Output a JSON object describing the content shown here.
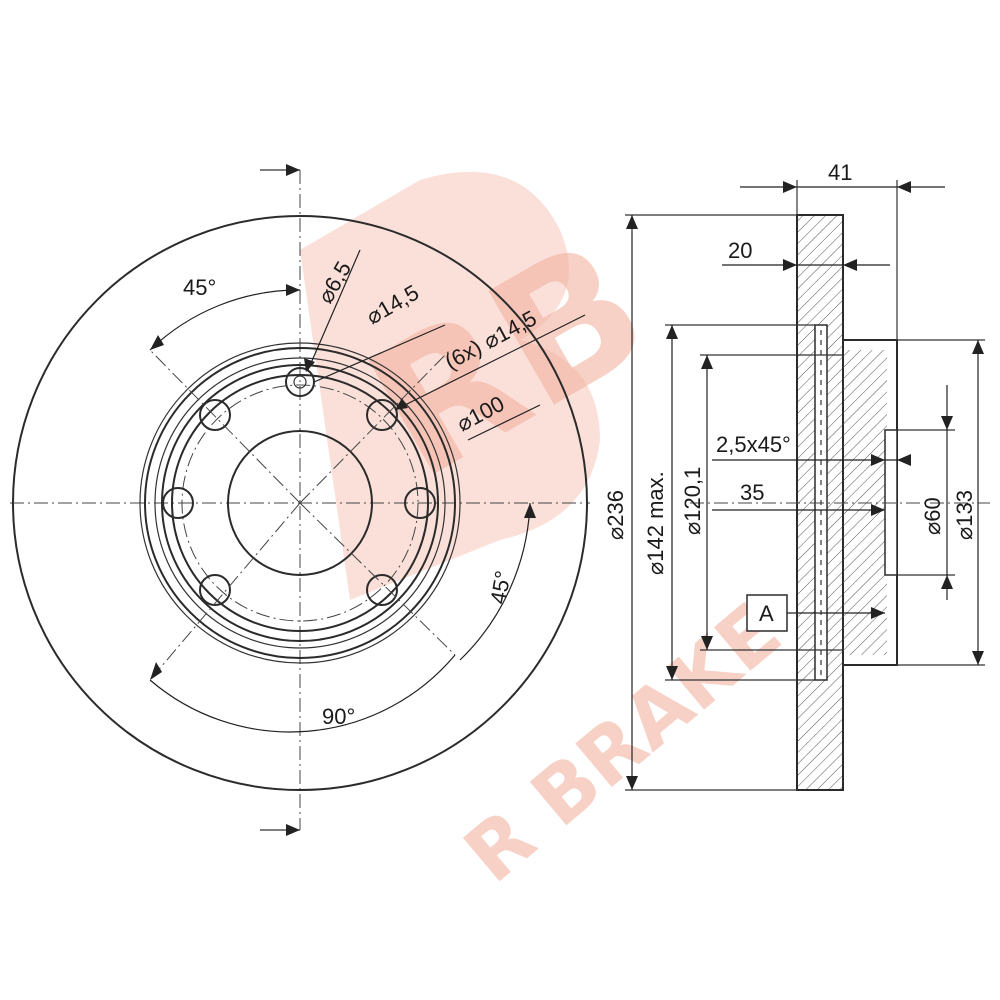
{
  "watermark": {
    "letters": "RB",
    "text": "R BRAKE",
    "color": "#f2b3a1"
  },
  "front_view": {
    "angle_top": "45°",
    "angle_right": "45°",
    "angle_bottom": "90°",
    "dia_hole_small": "⌀6,5",
    "dia_hole_mid": "⌀14,5",
    "dia_holes_count": "(6x) ⌀14,5",
    "dia_pcd": "⌀100"
  },
  "side_view": {
    "thickness_total": "41",
    "thickness_inner": "20",
    "chamfer": "2,5x45°",
    "depth": "35",
    "dia_outer": "⌀236",
    "dia_braking": "⌀142 max.",
    "dia_hub": "⌀120,1",
    "dia_center_bore": "⌀60",
    "dia_hat": "⌀133",
    "datum": "A"
  }
}
